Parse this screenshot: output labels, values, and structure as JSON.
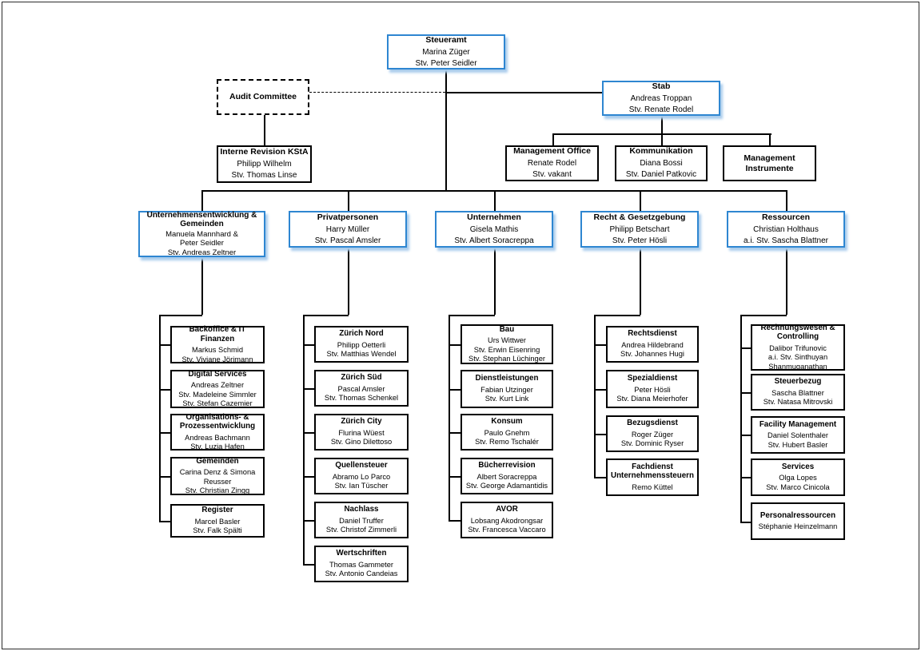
{
  "org": {
    "colors": {
      "accent_border": "#2E86D1",
      "accent_shadow": "#A9CCEC",
      "line": "#000000"
    },
    "steueramt": {
      "title": [
        "Steueramt"
      ],
      "people": [
        "Marina Züger",
        "Stv. Peter Seidler"
      ]
    },
    "audit_committee": {
      "title": [
        "Audit Committee"
      ],
      "people": []
    },
    "stab": {
      "title": [
        "Stab"
      ],
      "people": [
        "Andreas Troppan",
        "Stv. Renate Rodel"
      ]
    },
    "interne_revision": {
      "title": [
        "Interne Revision KStA"
      ],
      "people": [
        "Philipp Wilhelm",
        "Stv. Thomas Linse"
      ]
    },
    "stab_units": [
      {
        "title": [
          "Management Office"
        ],
        "people": [
          "Renate Rodel",
          "Stv. vakant"
        ]
      },
      {
        "title": [
          "Kommunikation"
        ],
        "people": [
          "Diana Bossi",
          "Stv. Daniel Patkovic"
        ]
      },
      {
        "title": [
          "Management",
          "Instrumente"
        ],
        "people": []
      }
    ],
    "divisions": [
      {
        "title": [
          "Unternehmensentwicklung &",
          "Gemeinden"
        ],
        "people": [
          "Manuela Mannhard &",
          "Peter Seidler",
          "Stv. Andreas Zeltner"
        ],
        "units": [
          {
            "title": [
              "Backoffice & IT",
              "Finanzen"
            ],
            "people": [
              "Markus Schmid",
              "Stv. Viviane Jörimann"
            ]
          },
          {
            "title": [
              "Digital Services"
            ],
            "people": [
              "Andreas Zeltner",
              "Stv. Madeleine Simmler",
              "Stv. Stefan Cazemier"
            ]
          },
          {
            "title": [
              "Organisations- &",
              "Prozessentwicklung"
            ],
            "people": [
              "Andreas Bachmann",
              "Stv. Luzia Hafen"
            ]
          },
          {
            "title": [
              "Gemeinden"
            ],
            "people": [
              "Carina Denz & Simona",
              "Reusser",
              "Stv. Christian Zingg"
            ]
          },
          {
            "title": [
              "Register"
            ],
            "people": [
              "Marcel Basler",
              "Stv. Falk Spälti"
            ]
          }
        ]
      },
      {
        "title": [
          "Privatpersonen"
        ],
        "people": [
          "Harry Müller",
          "Stv. Pascal Amsler"
        ],
        "units": [
          {
            "title": [
              "Zürich Nord"
            ],
            "people": [
              "Philipp Oetterli",
              "Stv. Matthias Wendel"
            ]
          },
          {
            "title": [
              "Zürich Süd"
            ],
            "people": [
              "Pascal Amsler",
              "Stv. Thomas Schenkel"
            ]
          },
          {
            "title": [
              "Zürich City"
            ],
            "people": [
              "Flurina Wüest",
              "Stv. Gino Dilettoso"
            ]
          },
          {
            "title": [
              "Quellensteuer"
            ],
            "people": [
              "Abramo Lo Parco",
              "Stv. Ian Tüscher"
            ]
          },
          {
            "title": [
              "Nachlass"
            ],
            "people": [
              "Daniel Truffer",
              "Stv. Christof Zimmerli"
            ]
          },
          {
            "title": [
              "Wertschriften"
            ],
            "people": [
              "Thomas Gammeter",
              "Stv. Antonio Candeias"
            ]
          }
        ]
      },
      {
        "title": [
          "Unternehmen"
        ],
        "people": [
          "Gisela Mathis",
          "Stv. Albert Soracreppa"
        ],
        "units": [
          {
            "title": [
              "Bau"
            ],
            "people": [
              "Urs Wittwer",
              "Stv. Erwin Eisenring",
              "Stv. Stephan Lüchinger"
            ]
          },
          {
            "title": [
              "Dienstleistungen"
            ],
            "people": [
              "Fabian Utzinger",
              "Stv. Kurt Link"
            ]
          },
          {
            "title": [
              "Konsum"
            ],
            "people": [
              "Paulo Gnehm",
              "Stv. Remo Tschalér"
            ]
          },
          {
            "title": [
              "Bücherrevision"
            ],
            "people": [
              "Albert Soracreppa",
              "Stv. George Adamantidis"
            ]
          },
          {
            "title": [
              "AVOR"
            ],
            "people": [
              "Lobsang Akodrongsar",
              "Stv. Francesca Vaccaro"
            ]
          }
        ]
      },
      {
        "title": [
          "Recht & Gesetzgebung"
        ],
        "people": [
          "Philipp Betschart",
          "Stv. Peter Hösli"
        ],
        "units": [
          {
            "title": [
              "Rechtsdienst"
            ],
            "people": [
              "Andrea Hildebrand",
              "Stv. Johannes Hugi"
            ]
          },
          {
            "title": [
              "Spezialdienst"
            ],
            "people": [
              "Peter Hösli",
              "Stv. Diana Meierhofer"
            ]
          },
          {
            "title": [
              "Bezugsdienst"
            ],
            "people": [
              "Roger Züger",
              "Stv. Dominic Ryser"
            ]
          },
          {
            "title": [
              "Fachdienst",
              "Unternehmenssteuern"
            ],
            "people": [
              "Remo Küttel"
            ]
          }
        ]
      },
      {
        "title": [
          "Ressourcen"
        ],
        "people": [
          "Christian Holthaus",
          "a.i. Stv. Sascha Blattner"
        ],
        "units": [
          {
            "title": [
              "Rechnungswesen &",
              "Controlling"
            ],
            "people": [
              "Dalibor Trifunovic",
              "a.i. Stv. Sinthuyan",
              "Shanmuganathan"
            ]
          },
          {
            "title": [
              "Steuerbezug"
            ],
            "people": [
              "Sascha Blattner",
              "Stv. Natasa Mitrovski"
            ]
          },
          {
            "title": [
              "Facility Management"
            ],
            "people": [
              "Daniel Solenthaler",
              "Stv. Hubert Basler"
            ]
          },
          {
            "title": [
              "Services"
            ],
            "people": [
              "Olga Lopes",
              "Stv. Marco Cinicola"
            ]
          },
          {
            "title": [
              "Personalressourcen"
            ],
            "people": [
              "Stéphanie Heinzelmann"
            ]
          }
        ]
      }
    ]
  }
}
